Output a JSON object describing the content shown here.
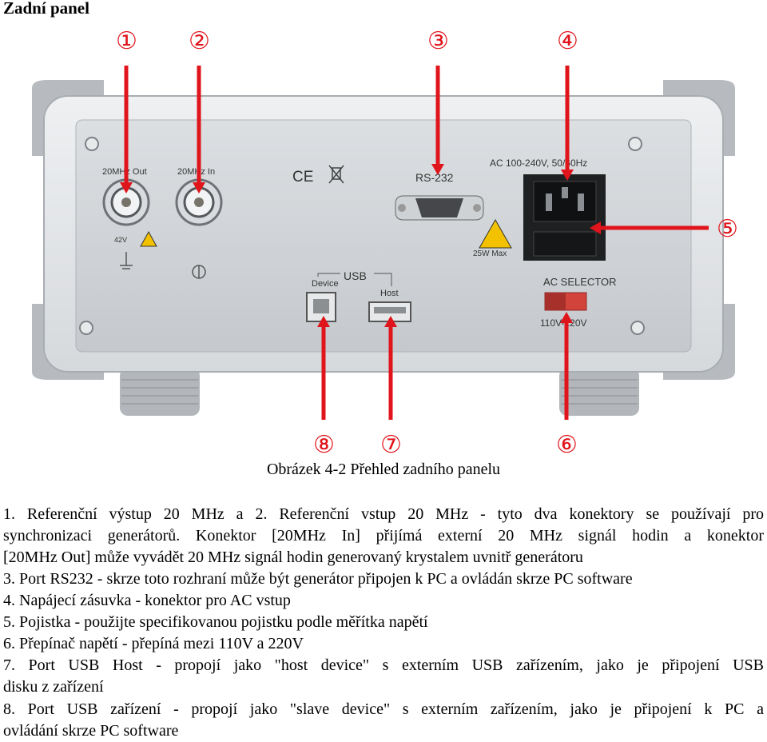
{
  "heading": "Zadní panel",
  "figure": {
    "callouts": [
      "①",
      "②",
      "③",
      "④",
      "⑤",
      "⑥",
      "⑦",
      "⑧"
    ],
    "labels": {
      "out": "20MHz Out",
      "in": "20MHz In",
      "rs232": "RS-232",
      "ac_rating": "AC 100-240V, 50/60Hz",
      "warning_42v": "42V",
      "power_max": "25W Max",
      "usb": "USB",
      "device": "Device",
      "host": "Host",
      "ac_selector": "AC SELECTOR",
      "voltage": "110V-220V",
      "ce": "CE"
    }
  },
  "caption": "Obrázek 4-2 Přehled zadního panelu",
  "items": [
    "1. Referenční výstup 20 MHz a 2. Referenční vstup 20 MHz - tyto dva konektory se používají pro",
    "synchronizaci generátorů. Konektor [20MHz In] přijímá externí 20 MHz signál hodin a konektor",
    "[20MHz Out] může vyvádět 20 MHz signál hodin generovaný krystalem uvnitř generátoru",
    "3. Port RS232 - skrze toto rozhraní může být generátor připojen k PC a ovládán skrze PC software",
    "4. Napájecí zásuvka - konektor pro AC vstup",
    "5. Pojistka - použijte specifikovanou pojistku podle měřítka napětí",
    "6. Přepínač napětí - přepíná mezi 110V a 220V",
    "7. Port USB Host - propojí jako \"host device\" s externím USB zařízením, jako je připojení USB",
    "disku z zařízení",
    "8. Port USB zařízení - propojí jako \"slave device\" s externím zařízením, jako je připojení k PC a",
    "ovládání skrze PC software"
  ]
}
